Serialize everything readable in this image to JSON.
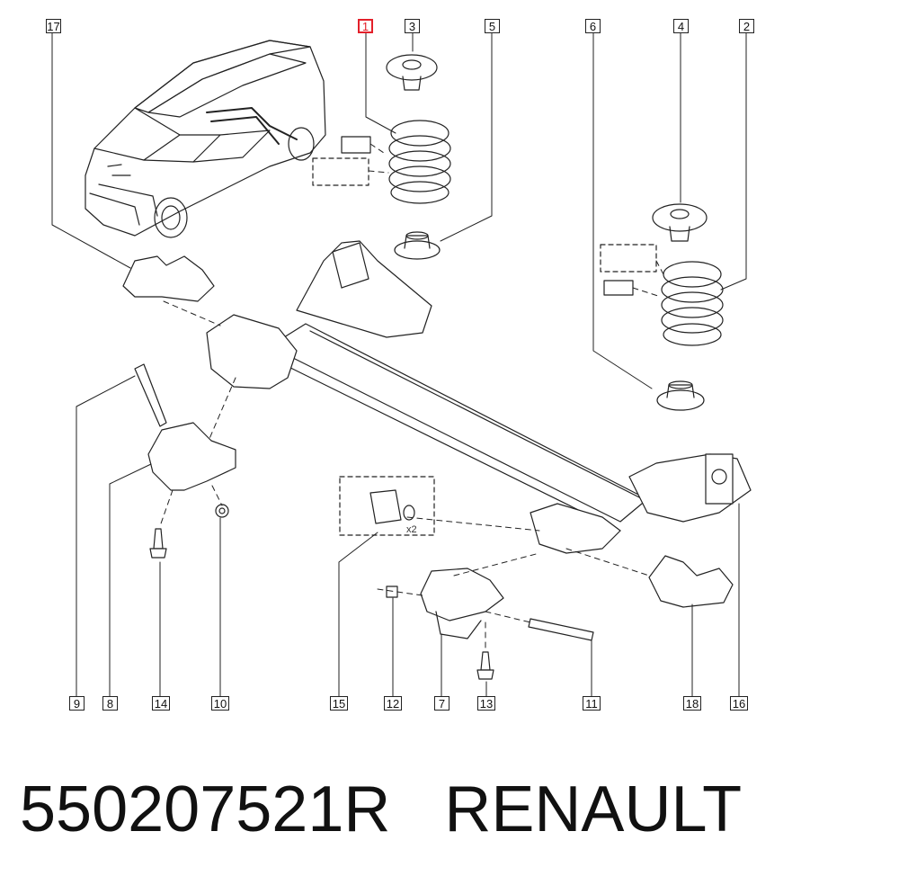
{
  "callouts": {
    "c1": "1",
    "c2": "2",
    "c3": "3",
    "c4": "4",
    "c5": "5",
    "c6": "6",
    "c7": "7",
    "c8": "8",
    "c9": "9",
    "c10": "10",
    "c11": "11",
    "c12": "12",
    "c13": "13",
    "c14": "14",
    "c15": "15",
    "c16": "16",
    "c17": "17",
    "c18": "18"
  },
  "bushing_qty": "x2",
  "caption": {
    "part_number": "550207521R",
    "brand": "RENAULT"
  },
  "colors": {
    "line": "#222222",
    "highlight": "#e3202a",
    "background": "#ffffff"
  }
}
